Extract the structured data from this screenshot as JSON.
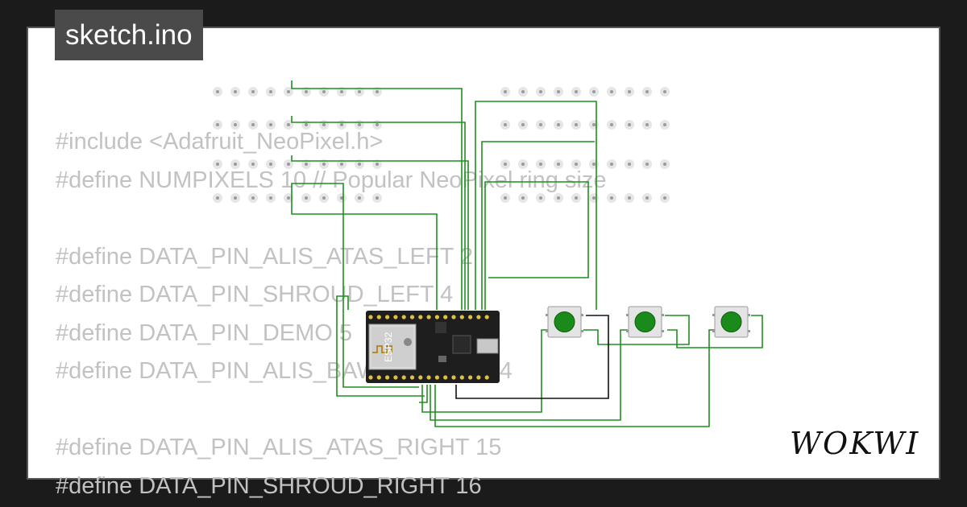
{
  "file_tab": {
    "label": "sketch.ino"
  },
  "code_lines": [
    "#include <Adafruit_NeoPixel.h>",
    "#define NUMPIXELS 10 // Popular NeoPixel ring size",
    "",
    "#define DATA_PIN_ALIS_ATAS_LEFT 2",
    "#define DATA_PIN_SHROUD_LEFT 4",
    "#define DATA_PIN_DEMO 5",
    "#define DATA_PIN_ALIS_BAWAH_LEFT 14",
    "",
    "#define DATA_PIN_ALIS_ATAS_RIGHT 15",
    "#define DATA_PIN_SHROUD_RIGHT 16"
  ],
  "board": {
    "label": "ESP32"
  },
  "brand": {
    "logo_text": "WOKWI"
  },
  "colors": {
    "background": "#1b1b1b",
    "canvas": "#ffffff",
    "wire_green": "#1f8f1f",
    "wire_black": "#111111",
    "button_cap": "#1a8a1a",
    "code_text": "#c2c2c2"
  },
  "components": {
    "neopixel_strips": 8,
    "pixels_per_strip": 10,
    "push_buttons": 3
  }
}
